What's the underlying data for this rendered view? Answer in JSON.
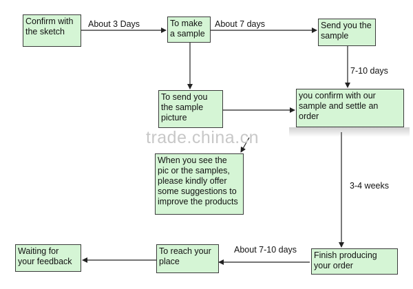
{
  "nodes": {
    "confirm_sketch": "Confirm with\nthe sketch",
    "make_sample": "To make\na sample",
    "send_sample": "Send you the\nsample",
    "send_picture": "To send you\nthe sample\npicture",
    "confirm_order": "you confirm with our\nsample and settle an\norder",
    "suggestions": "When you see the\npic or the samples,\nplease kindly offer\nsome suggestions to\nimprove the products",
    "finish_producing": "Finish producing\nyour order",
    "reach_place": "To reach your\nplace",
    "waiting_feedback": "Waiting for\nyour feedback"
  },
  "edge_labels": {
    "about_3_days": "About 3 Days",
    "about_7_days": "About 7 days",
    "days_7_10": "7-10 days",
    "weeks_3_4": "3-4 weeks",
    "about_7_10_days": "About 7-10 days"
  },
  "watermark": "trade.china.cn",
  "colors": {
    "box_fill": "#d5f5d5",
    "box_border": "#3a3a3a",
    "arrow": "#222222",
    "watermark": "#c8c8c8"
  }
}
